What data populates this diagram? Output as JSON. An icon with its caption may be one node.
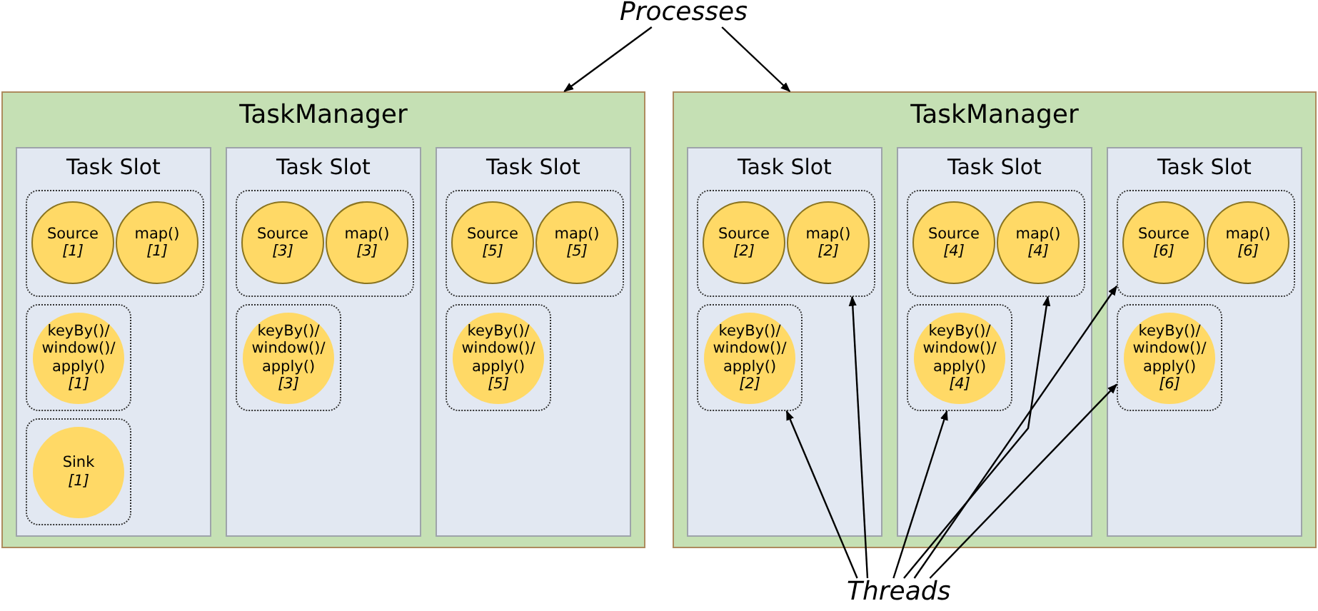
{
  "diagram": {
    "nodes": [
      {
        "text": [
          "Processes"
        ]
      },
      {
        "text": [
          "TaskManager"
        ]
      },
      {
        "text": [
          "Task Slot"
        ],
        "in": 1
      },
      {
        "text": [],
        "shape": "box",
        "in": 2
      },
      {
        "text": [
          "Source",
          "[1]"
        ],
        "in": 3
      },
      {
        "text": [
          "map()",
          "[1]"
        ],
        "in": 3
      },
      {
        "text": [],
        "shape": "box",
        "in": 2
      },
      {
        "text": [
          "keyBy()/ window()/ apply()",
          "[1]"
        ],
        "in": 6
      },
      {
        "text": [],
        "shape": "box",
        "in": 2
      },
      {
        "text": [
          "Sink",
          "[1]"
        ],
        "in": 8
      },
      {
        "text": [
          "Task Slot"
        ],
        "in": 1
      },
      {
        "text": [],
        "shape": "box",
        "in": 10
      },
      {
        "text": [
          "Source",
          "[3]"
        ],
        "in": 11
      },
      {
        "text": [
          "map()",
          "[3]"
        ],
        "in": 11
      },
      {
        "text": [],
        "shape": "box",
        "in": 10
      },
      {
        "text": [
          "keyBy()/ window()/ apply()",
          "[3]"
        ],
        "in": 14
      },
      {
        "text": [
          "Task Slot"
        ],
        "in": 1
      },
      {
        "text": [],
        "shape": "box",
        "in": 16
      },
      {
        "text": [
          "Source",
          "[5]"
        ],
        "in": 17
      },
      {
        "text": [
          "map()",
          "[5]"
        ],
        "in": 17
      },
      {
        "text": [],
        "shape": "box",
        "in": 16
      },
      {
        "text": [
          "keyBy()/ window()/ apply()",
          "[5]"
        ],
        "in": 20
      },
      {
        "text": [
          "TaskManager"
        ]
      },
      {
        "text": [
          "Task Slot"
        ],
        "in": 22
      },
      {
        "text": [],
        "shape": "box",
        "in": 23
      },
      {
        "text": [
          "Source",
          "[2]"
        ],
        "in": 24
      },
      {
        "text": [
          "map()",
          "[2]"
        ],
        "in": 24
      },
      {
        "text": [],
        "shape": "box",
        "in": 23
      },
      {
        "text": [
          "keyBy()/ window()/ apply()",
          "[2]"
        ],
        "in": 27
      },
      {
        "text": [
          "Task Slot"
        ],
        "in": 22
      },
      {
        "text": [],
        "shape": "box",
        "in": 29
      },
      {
        "text": [
          "Source",
          "[4]"
        ],
        "in": 30
      },
      {
        "text": [
          "map()",
          "[4]"
        ],
        "in": 30
      },
      {
        "text": [],
        "shape": "box",
        "in": 29
      },
      {
        "text": [
          "keyBy()/ window()/ apply()",
          "[4]"
        ],
        "in": 33
      },
      {
        "text": [
          "Task Slot"
        ],
        "in": 22
      },
      {
        "text": [],
        "shape": "box",
        "in": 35
      },
      {
        "text": [
          "Source",
          "[6]"
        ],
        "in": 36
      },
      {
        "text": [
          "map()",
          "[6]"
        ],
        "in": 36
      },
      {
        "text": [],
        "shape": "box",
        "in": 35
      },
      {
        "text": [
          "keyBy()/ window()/ apply()",
          "[6]"
        ],
        "in": 39
      },
      {
        "text": [
          "Threads"
        ]
      }
    ],
    "edges": [
      {
        "from": 0,
        "to": 1,
        "arrow": "to"
      },
      {
        "from": 0,
        "to": 22,
        "arrow": "to"
      },
      {
        "from": 41,
        "to": 27,
        "arrow": "to"
      },
      {
        "from": 41,
        "to": 24,
        "arrow": "to"
      },
      {
        "from": 41,
        "to": 33,
        "arrow": "to"
      },
      {
        "from": 41,
        "to": 30,
        "arrow": "to"
      },
      {
        "from": 41,
        "to": 36,
        "arrow": "to"
      },
      {
        "from": 41,
        "to": 39,
        "arrow": "to"
      }
    ]
  }
}
